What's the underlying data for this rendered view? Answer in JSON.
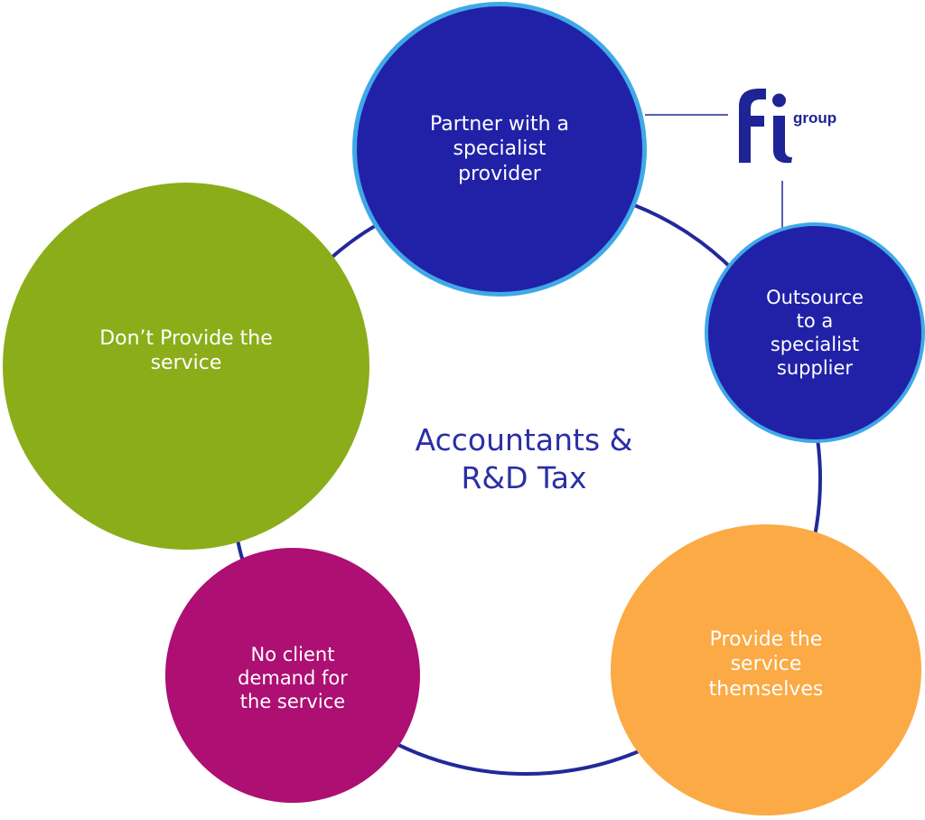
{
  "center": {
    "title": "Accountants &\nR&D Tax"
  },
  "nodes": [
    {
      "id": "partner",
      "label": "Partner with a\nspecialist\nprovider"
    },
    {
      "id": "outsource",
      "label": "Outsource\nto a\nspecialist\nsupplier"
    },
    {
      "id": "provide",
      "label": "Provide the\nservice\nthemselves"
    },
    {
      "id": "noclient",
      "label": "No client\ndemand for\nthe service"
    },
    {
      "id": "dont",
      "label": "Don’t Provide the\nservice"
    }
  ],
  "logo": {
    "group_text": "group"
  },
  "colors": {
    "ring": "#22299a",
    "connector": "#22299a",
    "title": "#2a2fa6",
    "partner": "#2121a8",
    "outsource": "#2121a8",
    "border_accent": "#3fa9e8",
    "provide": "#fbaa45",
    "noclient": "#ad0f73",
    "dont": "#8bad1a",
    "logo": "#1e2396"
  }
}
